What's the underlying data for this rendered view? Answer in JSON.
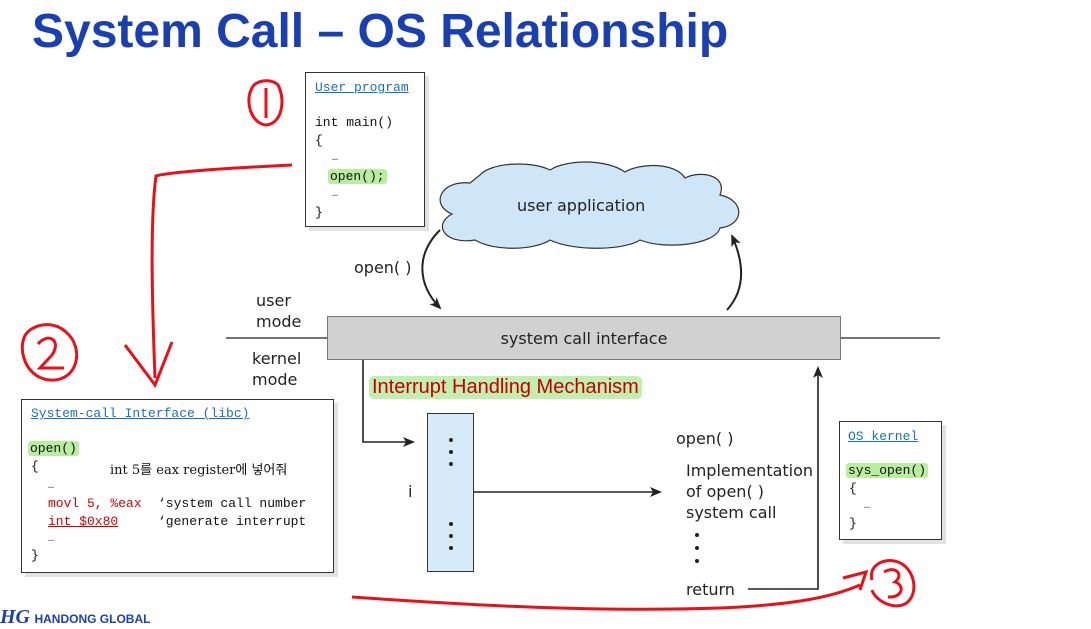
{
  "slide": {
    "title": "System Call – OS Relationship"
  },
  "user_program": {
    "heading": "User program",
    "lines": [
      "int main()",
      "{",
      "…",
      "open();",
      "…",
      "}"
    ]
  },
  "syscall_interface_box": {
    "heading": "System-call Interface (libc)",
    "open_label": "open()",
    "brace_open": "{",
    "korean_note": "int 5를 eax register에 넣어줘",
    "ellipsis1": "…",
    "instr1": "movl 5, %eax",
    "comment1": "‘system call number",
    "instr2": "int $0x80",
    "comment2": "‘generate interrupt",
    "ellipsis2": "…",
    "brace_close": "}"
  },
  "os_kernel": {
    "heading": "OS kernel",
    "lines": [
      "sys_open()",
      "{",
      "…",
      "}"
    ]
  },
  "diagram": {
    "user_application": "user application",
    "open_call": "open( )",
    "user_mode": [
      "user",
      "mode"
    ],
    "kernel_mode": [
      "kernel",
      "mode"
    ],
    "system_call_interface": "system call interface",
    "interrupt_mechanism": "Interrupt Handling Mechanism",
    "index_label": "i",
    "impl_open": "open( )",
    "impl_lines": [
      "Implementation",
      "of open( )",
      "system call"
    ],
    "return_label": "return"
  },
  "annotations": {
    "step1": "1",
    "step2": "2",
    "step3": "3",
    "accent_color": "#e8101a"
  },
  "footer": {
    "logo_text": "HANDONG GLOBAL"
  }
}
